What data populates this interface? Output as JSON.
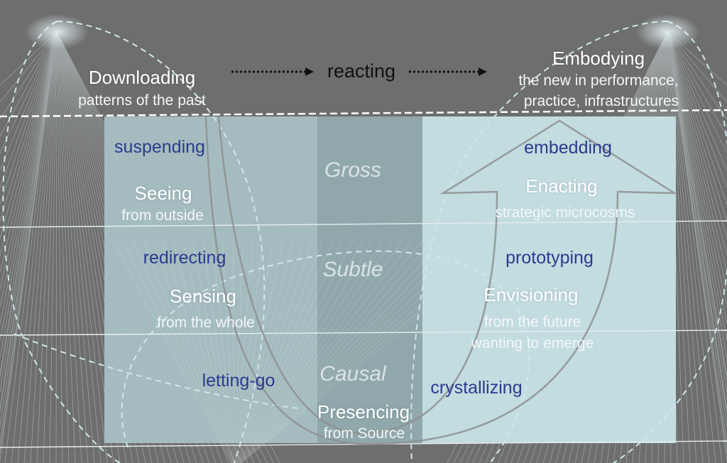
{
  "flow": {
    "start_title": "Downloading",
    "start_subtitle": "patterns of the past",
    "middle": "reacting",
    "end_title": "Embodying",
    "end_subtitle_line1": "the new in performance,",
    "end_subtitle_line2": "practice, infrastructures"
  },
  "levels": [
    "Gross",
    "Subtle",
    "Causal"
  ],
  "left_side": {
    "actions": [
      "suspending",
      "redirecting",
      "letting-go"
    ],
    "stages": [
      {
        "title": "Seeing",
        "subtitle": "from outside"
      },
      {
        "title": "Sensing",
        "subtitle": "from the whole"
      }
    ]
  },
  "bottom": {
    "title": "Presencing",
    "subtitle": "from Source"
  },
  "right_side": {
    "actions": [
      "embedding",
      "prototyping",
      "crystallizing"
    ],
    "stages": [
      {
        "title": "Enacting",
        "subtitle": "strategic microcosms"
      },
      {
        "title": "Envisioning",
        "subtitle_line1": "from the future",
        "subtitle_line2": "wanting to emerge"
      }
    ]
  },
  "colors": {
    "background": "#6e6e6e",
    "left_panel": "#a8c2c6",
    "middle_panel": "#93acb0",
    "right_panel": "#c6e2e6",
    "action_text": "#2c3a8e",
    "dashed_line": "#cfe7ea"
  }
}
